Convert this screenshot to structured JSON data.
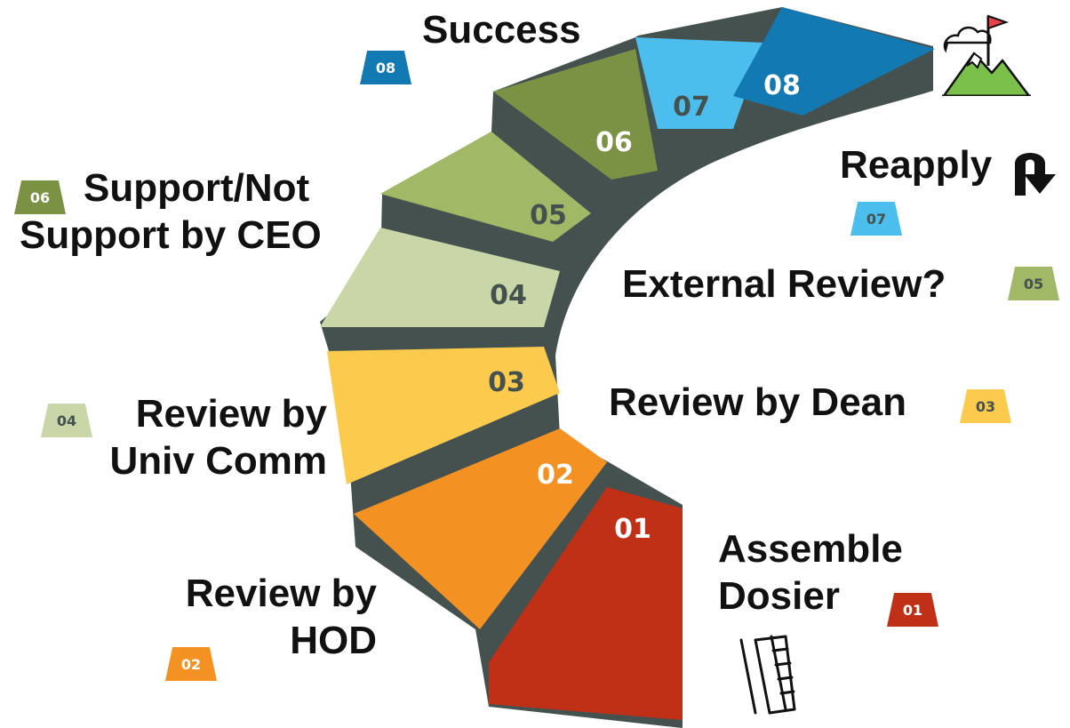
{
  "steps": [
    {
      "num": "01",
      "label": "Assemble Dosier",
      "color": "#C03016"
    },
    {
      "num": "02",
      "label": "Review by HOD",
      "color": "#F39123"
    },
    {
      "num": "03",
      "label": "Review by Dean",
      "color": "#FCCB4E"
    },
    {
      "num": "04",
      "label": "Review by Univ Comm",
      "color": "#C9D7A8"
    },
    {
      "num": "05",
      "label": "External Review?",
      "color": "#A1B867"
    },
    {
      "num": "06",
      "label": "Support/Not Support by CEO",
      "color": "#7B9143"
    },
    {
      "num": "07",
      "label": "Reapply",
      "color": "#4CBEED"
    },
    {
      "num": "08",
      "label": "Success",
      "color": "#1279B2"
    }
  ],
  "labels": {
    "s01_line1": "Assemble",
    "s01_line2": "Dosier",
    "s02_line1": "Review by",
    "s02_line2": "HOD",
    "s03": "Review by Dean",
    "s04_line1": "Review by",
    "s04_line2": "Univ Comm",
    "s05": "External Review?",
    "s06_line1": "Support/Not",
    "s06_line2": "Support by CEO",
    "s07": "Reapply",
    "s08": "Success"
  },
  "badges": {
    "b01": "01",
    "b02": "02",
    "b03": "03",
    "b04": "04",
    "b05": "05",
    "b06": "06",
    "b07": "07",
    "b08": "08"
  },
  "colors": {
    "riser": "#44514F",
    "s01": "#C03016",
    "s02": "#F39123",
    "s03": "#FCCB4E",
    "s04": "#C9D7A8",
    "s05": "#A1B867",
    "s06": "#7B9143",
    "s07": "#4CBEED",
    "s08": "#1279B2"
  },
  "icons": [
    "ladder-icon",
    "mountain-flag-icon",
    "u-turn-arrow-icon"
  ]
}
